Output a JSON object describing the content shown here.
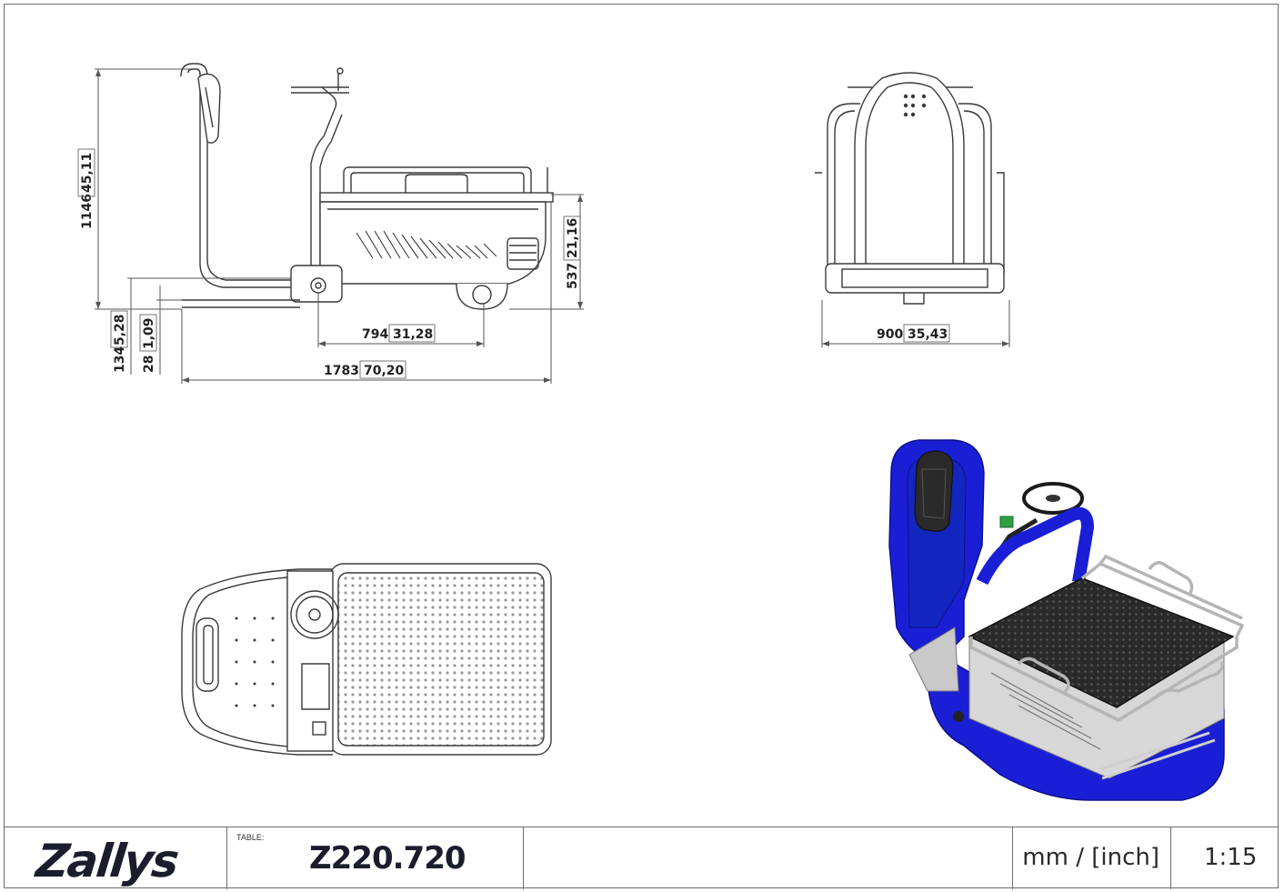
{
  "title_block": {
    "brand": "Zallys",
    "table_label": "TABLE:",
    "table_value": "Z220.720",
    "units": "mm / [inch]",
    "scale": "1:15"
  },
  "dimensions": {
    "height_total": "1146",
    "height_total_in": "45,11",
    "deck_height": "537",
    "deck_height_in": "21,16",
    "ground_clear": "134",
    "ground_clear_in": "5,28",
    "platform_height": "28",
    "platform_height_in": "1,09",
    "wheelbase": "794",
    "wheelbase_in": "31,28",
    "length": "1783",
    "length_in": "70,20",
    "width": "900",
    "width_in": "35,43"
  },
  "colors": {
    "line": "#3a3a3a",
    "dim_line": "#555555",
    "body_blue": "#1a1fd6",
    "deck_dark": "#2b2b2b",
    "chrome": "#bdbdbd",
    "brand_dark": "#1b1d2c"
  }
}
